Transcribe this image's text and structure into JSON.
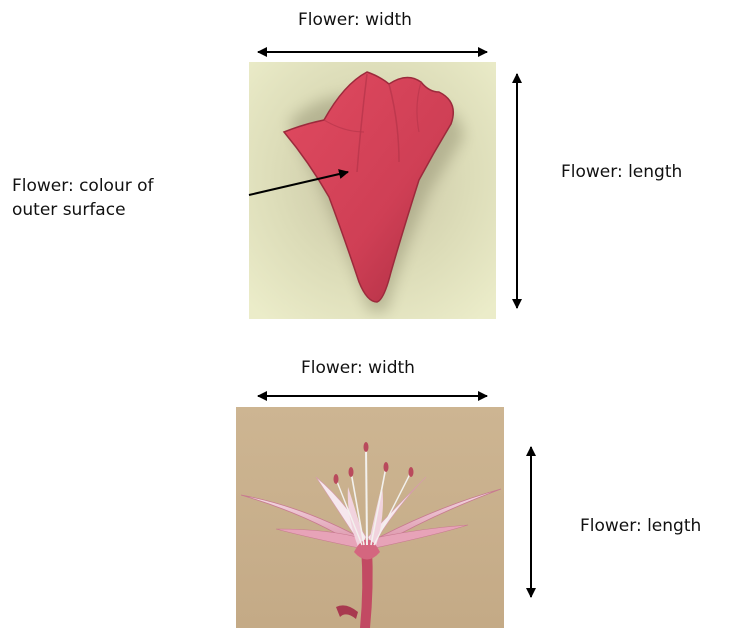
{
  "figure1": {
    "width_label": "Flower: width",
    "length_label": "Flower: length",
    "colour_label_line1": "Flower: colour of",
    "colour_label_line2": "outer surface"
  },
  "figure2": {
    "width_label": "Flower: width",
    "length_label": "Flower: length"
  },
  "colors": {
    "photo1_background": "#e6e8c4",
    "flower1_red": "#d8455a",
    "photo2_background": "#c9b18d",
    "flower2_pink": "#e8b6c6",
    "arrow": "#000000"
  }
}
